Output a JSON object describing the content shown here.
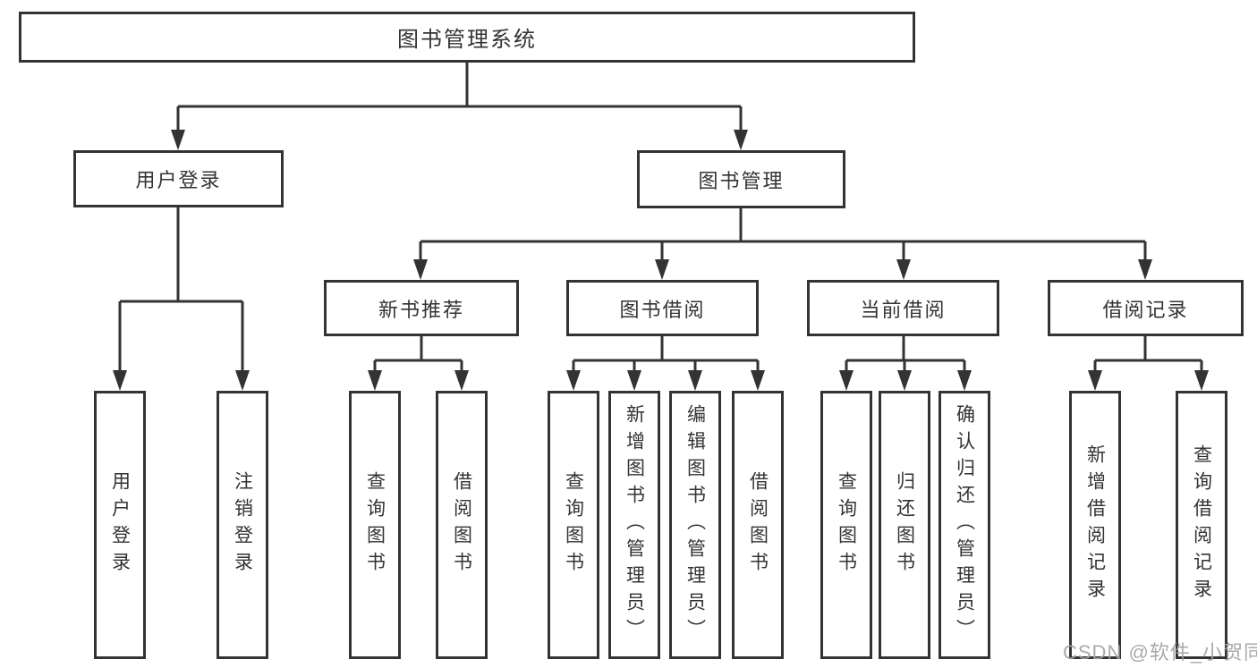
{
  "diagram": {
    "title": "图书管理系统",
    "watermark": "CSDN @软件_小贺同学",
    "colors": {
      "line": "#333333",
      "box_border": "#333333",
      "text": "#333333",
      "watermark": "#a3a3a3",
      "background": "#ffffff"
    },
    "nodes": {
      "root": "图书管理系统",
      "user_login": "用户登录",
      "book_mgmt": "图书管理",
      "login": "用户登录",
      "logout": "注销登录",
      "new_book_rec": "新书推荐",
      "book_borrow": "图书借阅",
      "current_borrow": "当前借阅",
      "borrow_records": "借阅记录",
      "rec_query": "查询图书",
      "rec_borrow": "借阅图书",
      "bb_query": "查询图书",
      "bb_add": "新增图书（管理员）",
      "bb_edit": "编辑图书（管理员）",
      "bb_borrow": "借阅图书",
      "cb_query": "查询图书",
      "cb_return": "归还图书",
      "cb_confirm": "确认归还（管理员）",
      "br_add": "新增借阅记录",
      "br_query": "查询借阅记录"
    }
  }
}
